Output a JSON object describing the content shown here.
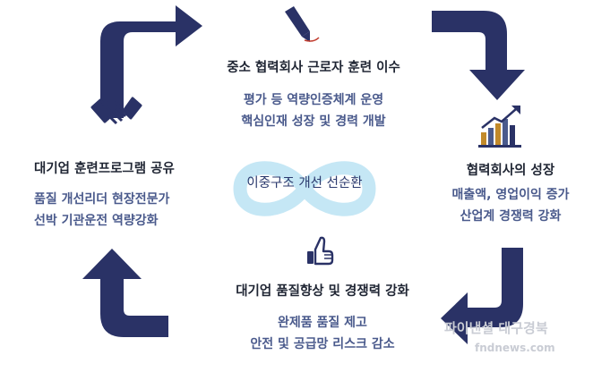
{
  "nodes": {
    "top": {
      "title": "중소 협력회사 근로자 훈련 이수",
      "line1": "평가 등 역량인증체계 운영",
      "line2": "핵심인재 성장 및 경력 개발"
    },
    "right": {
      "title": "협력회사의 성장",
      "line1": "매출액, 영업이익 증가",
      "line2": "산업계 경쟁력 강화"
    },
    "bottom": {
      "title": "대기업 품질향상 및 경쟁력 강화",
      "line1": "완제품 품질 제고",
      "line2": "안전 및 공급망 리스크 감소"
    },
    "left": {
      "title": "대기업 훈련프로그램 공유",
      "line1": "품질 개선리더 현장전문가",
      "line2": "선박 기관운전 역량강화"
    }
  },
  "center": {
    "label": "이중구조 개선 선순환"
  },
  "watermark": {
    "text": "파이낸셜 대구경북",
    "url": "fndnews.com"
  },
  "colors": {
    "arrow": "#2a3266",
    "infinity": "#c5e7f5",
    "heading": "#1f2533",
    "subtext": "#4a5a8c"
  },
  "icons": [
    "pencil-icon",
    "handshake-icon",
    "growth-chart-icon",
    "thumbs-up-icon"
  ]
}
